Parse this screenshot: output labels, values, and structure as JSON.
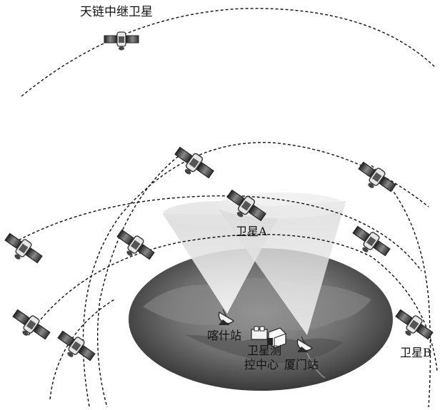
{
  "labels": {
    "relay_satellite": "天链中继卫星",
    "satellite_a": "卫星A",
    "satellite_b": "卫星B",
    "kashgar_station": "喀什站",
    "control_center_line1": "卫星测",
    "control_center_line2": "控中心",
    "xiamen_station": "厦门站"
  },
  "icons": {
    "satellite": "satellite-icon",
    "ground_antenna": "dish-antenna-icon",
    "control_building": "building-icon"
  },
  "colors": {
    "orbit_line": "#111111",
    "earth_dark": "#3a3a3a",
    "earth_light": "#9a9a9a",
    "beam": "#e8e8e8",
    "satellite_body": "#5a5a5a"
  }
}
